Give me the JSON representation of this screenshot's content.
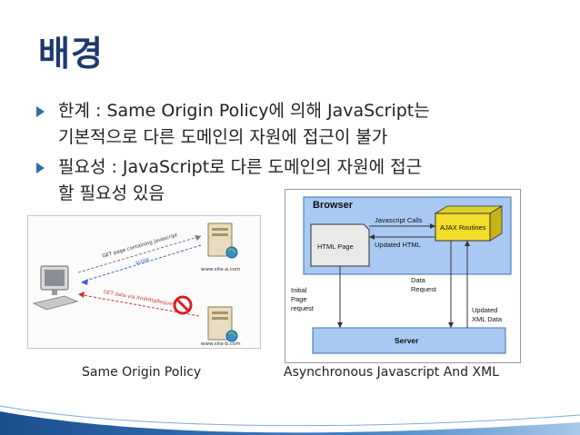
{
  "slide": {
    "title": "배경",
    "bullets": [
      {
        "lines": [
          "한계 : Same Origin Policy에 의해 JavaScript는",
          "기본적으로 다른 도메인의 자원에 접근이 불가"
        ]
      },
      {
        "lines": [
          "필요성 : JavaScript로 다른 도메인의 자원에 접근",
          "할 필요성 있음"
        ]
      }
    ],
    "captions": {
      "left": "Same Origin Policy",
      "right": "Asynchronous Javascript And XML"
    }
  },
  "sop_figure": {
    "arrow_top_label": "GET page containing javascript",
    "arrow_script_label": "script",
    "arrow_xhr_label": "GET data via XmlHttpRequest",
    "site_a": "www.site-a.com",
    "site_b": "www.site-b.com"
  },
  "ajax_figure": {
    "browser": "Browser",
    "html_page": "HTML Page",
    "js_calls": "Javascript Calls",
    "ajax_routines": "AJAX Routines",
    "updated_html": "Updated HTML",
    "initial_request": [
      "Initial",
      "Page",
      "request"
    ],
    "data_request": [
      "Data",
      "Request"
    ],
    "updated_xml": [
      "Updated",
      "XML Data"
    ],
    "server": "Server"
  },
  "colors": {
    "title": "#1d3a6b",
    "bullet": "#2e6ea6",
    "browser_bg": "#a9c9f2",
    "ajax_box": "#f2dd2a",
    "server_bg": "#a9c9f2"
  }
}
